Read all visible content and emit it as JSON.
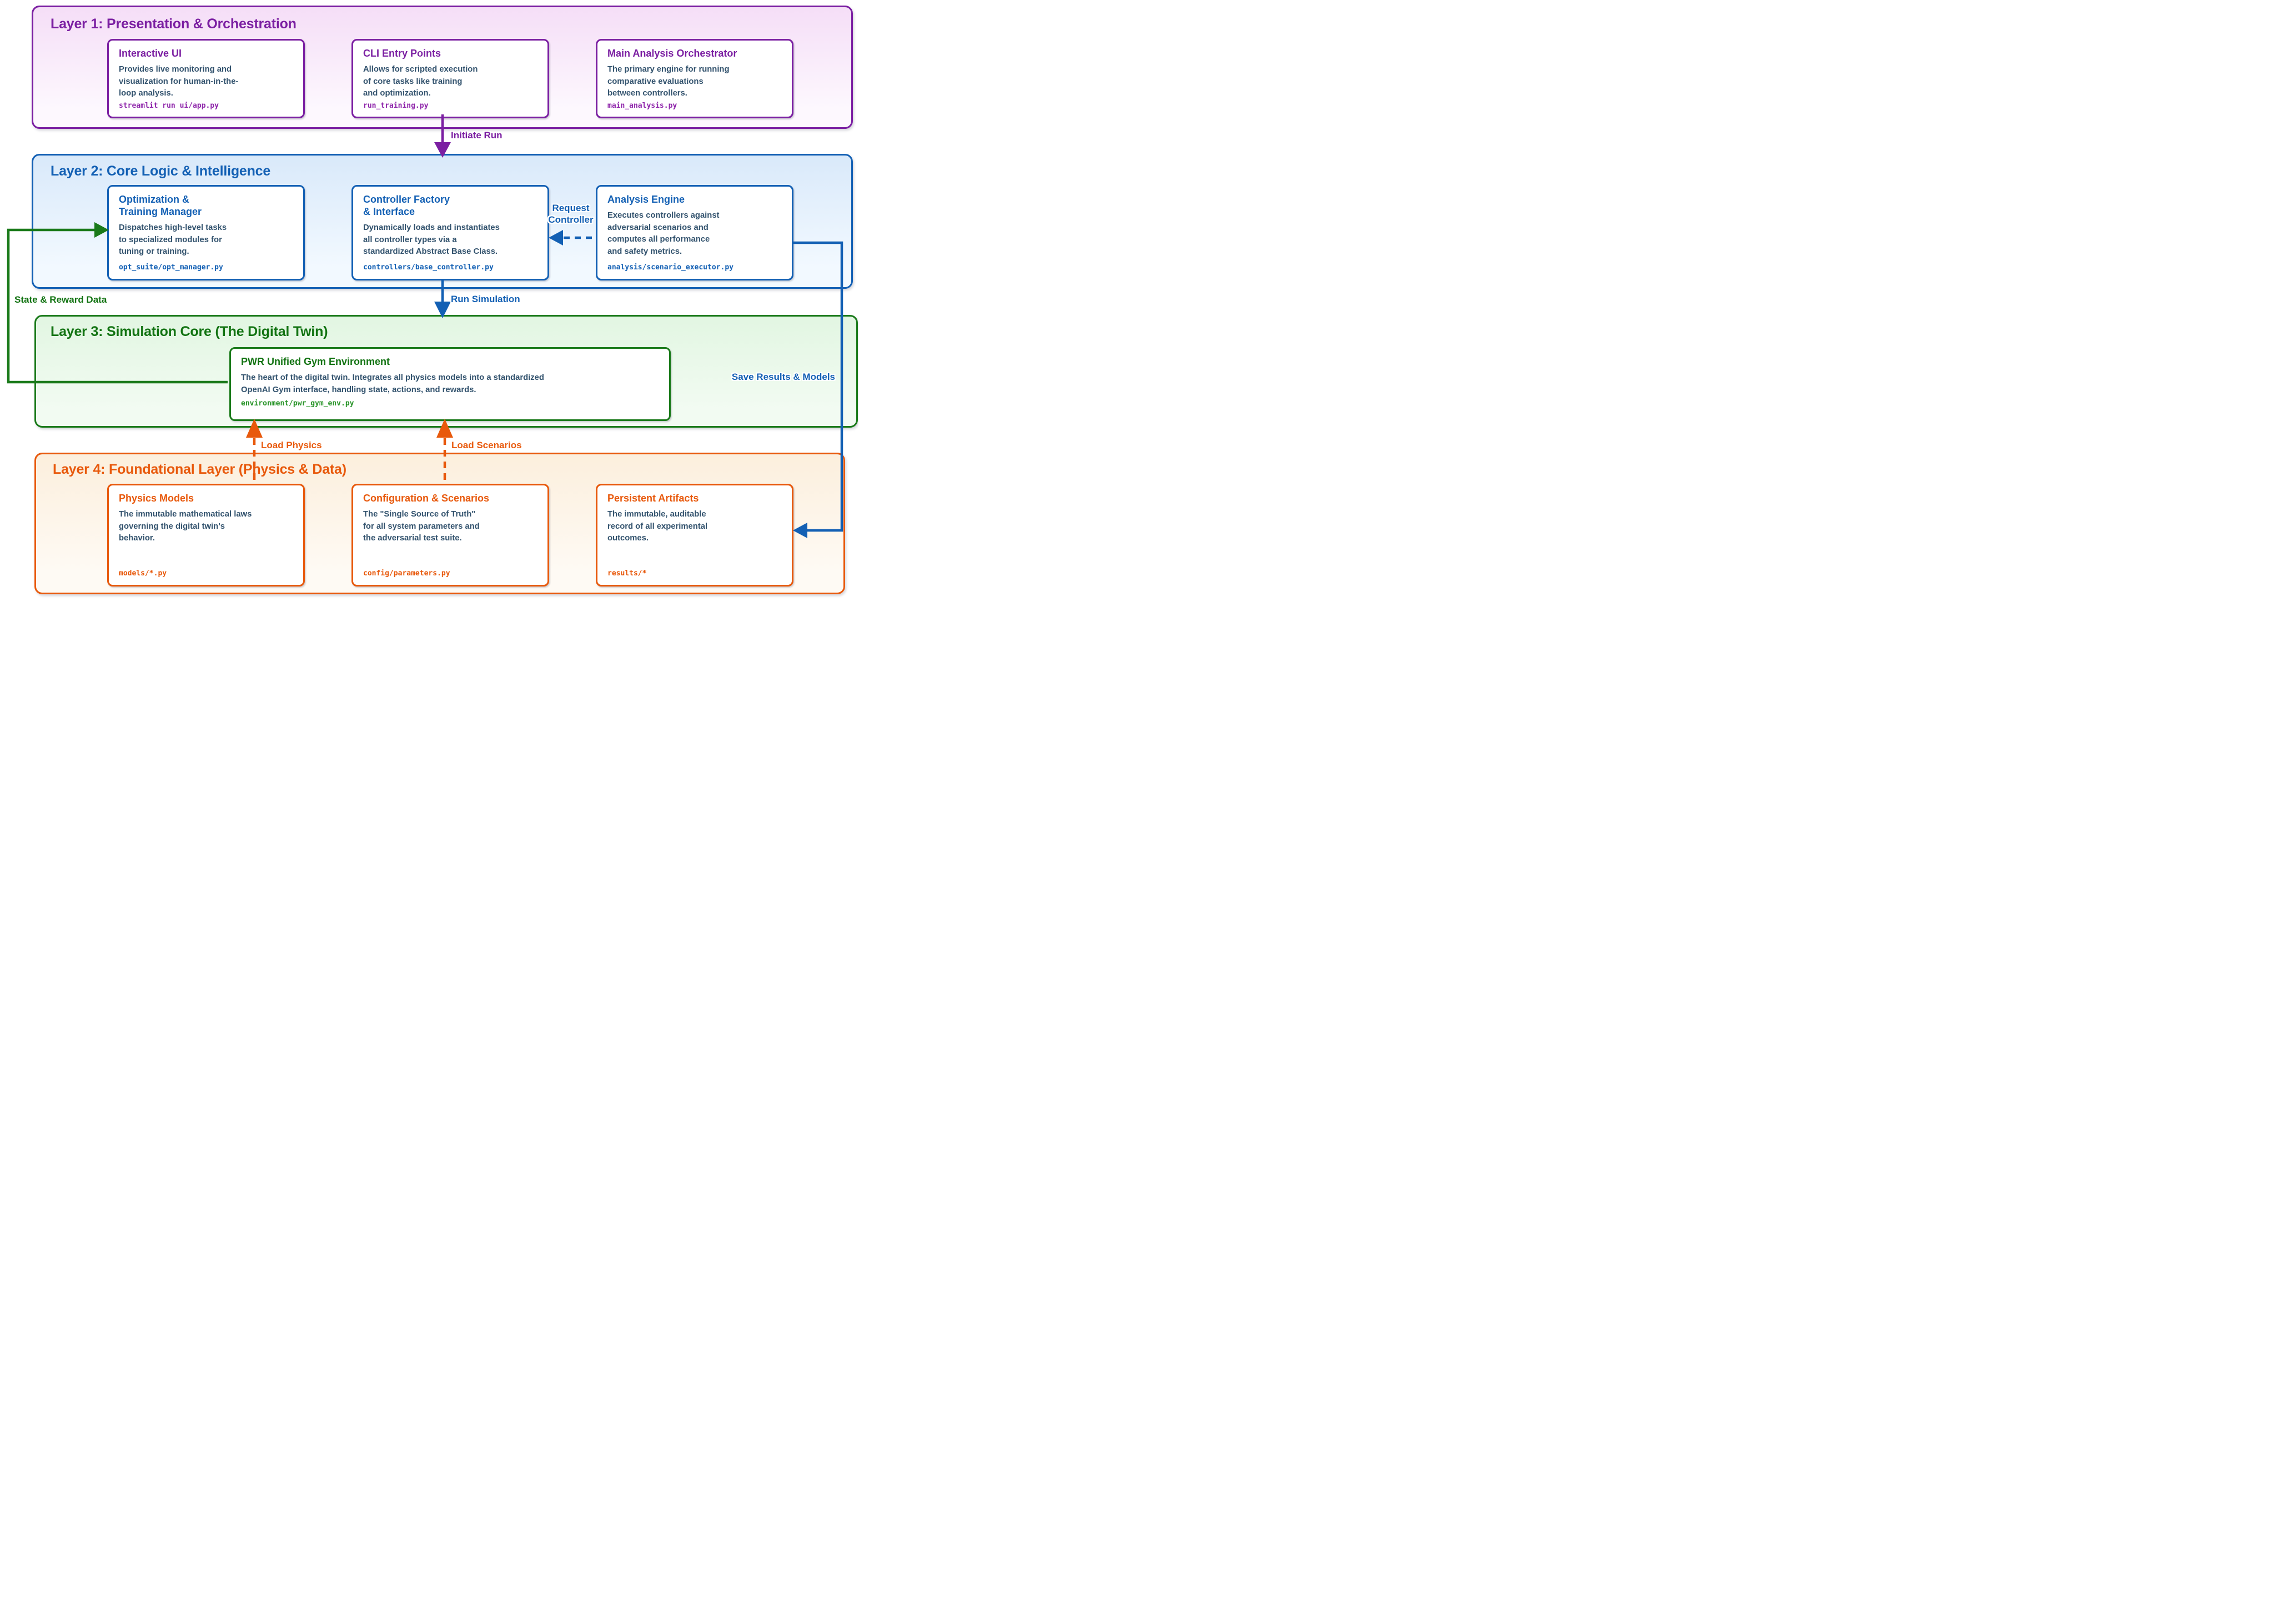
{
  "colors": {
    "purple": "#7b1fa2",
    "blue": "#1360b4",
    "green": "#1a7a1a",
    "orange": "#e8590c",
    "body": "#33536e",
    "code_purple": "#8e24aa",
    "purple_fill": "#f5def7",
    "blue_fill": "#d9e9fa",
    "green_fill": "#e2f6e2",
    "orange_fill": "#fcefdd"
  },
  "layers": [
    {
      "title": "Layer 1: Presentation & Orchestration",
      "boxes": [
        {
          "title": "Interactive UI",
          "desc": "Provides live monitoring and\nvisualization for human-in-the-\nloop analysis.",
          "code": "streamlit run ui/app.py"
        },
        {
          "title": "CLI Entry Points",
          "desc": "Allows for scripted execution\nof core tasks like training\nand optimization.",
          "code": "run_training.py"
        },
        {
          "title": "Main Analysis Orchestrator",
          "desc": "The primary engine for running\ncomparative evaluations\nbetween controllers.",
          "code": "main_analysis.py"
        }
      ]
    },
    {
      "title": "Layer 2: Core Logic & Intelligence",
      "boxes": [
        {
          "title": "Optimization &\nTraining Manager",
          "desc": "Dispatches high-level tasks\nto specialized modules for\ntuning or training.",
          "code": "opt_suite/opt_manager.py"
        },
        {
          "title": "Controller Factory\n& Interface",
          "desc": "Dynamically loads and instantiates\nall controller types via a\nstandardized Abstract Base Class.",
          "code": "controllers/base_controller.py"
        },
        {
          "title": "Analysis Engine",
          "desc": "Executes controllers against\nadversarial scenarios and\ncomputes all performance\nand safety metrics.",
          "code": "analysis/scenario_executor.py"
        }
      ]
    },
    {
      "title": "Layer 3: Simulation Core (The Digital Twin)",
      "boxes": [
        {
          "title": "PWR Unified Gym Environment",
          "desc": "The heart of the digital twin. Integrates all physics models into a standardized\nOpenAI Gym interface, handling state, actions, and rewards.",
          "code": "environment/pwr_gym_env.py"
        }
      ]
    },
    {
      "title": "Layer 4: Foundational Layer (Physics & Data)",
      "boxes": [
        {
          "title": "Physics Models",
          "desc": "The immutable mathematical laws\ngoverning the digital twin's\nbehavior.",
          "code": "models/*.py"
        },
        {
          "title": "Configuration & Scenarios",
          "desc": "The \"Single Source of Truth\"\nfor all system parameters and\nthe adversarial test suite.",
          "code": "config/parameters.py"
        },
        {
          "title": "Persistent Artifacts",
          "desc": "The immutable, auditable\nrecord of all experimental\noutcomes.",
          "code": "results/*"
        }
      ]
    }
  ],
  "edges": {
    "initiate_run": "Initiate Run",
    "request_controller": "Request\nController",
    "run_simulation": "Run Simulation",
    "state_reward": "State & Reward Data",
    "save_results": "Save Results & Models",
    "load_physics": "Load Physics",
    "load_scenarios": "Load Scenarios"
  }
}
